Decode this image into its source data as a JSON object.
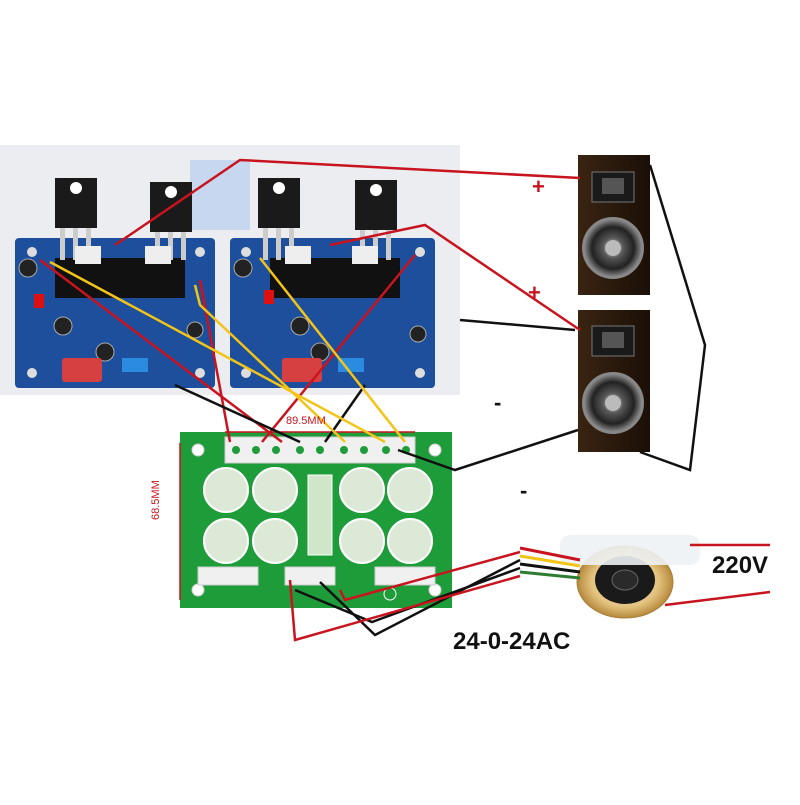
{
  "labels": {
    "dimension_width": "89.5MM",
    "dimension_height": "68.5MM",
    "mains_voltage": "220V",
    "secondary_voltage": "24-0-24AC",
    "plus_upper": "+",
    "plus_lower": "+",
    "minus_upper": "-",
    "minus_lower": "-"
  },
  "colors": {
    "amp_board": "#1d4f9c",
    "psu_board": "#1e9c3a",
    "wire_red": "#c8141e",
    "wire_yellow": "#f2c418",
    "wire_black": "#111111",
    "plus_sign": "#c8141e",
    "dimension": "#c8141e"
  },
  "icons": [
    "amplifier-board-icon",
    "power-supply-board-icon",
    "speaker-icon",
    "toroidal-transformer-icon"
  ]
}
